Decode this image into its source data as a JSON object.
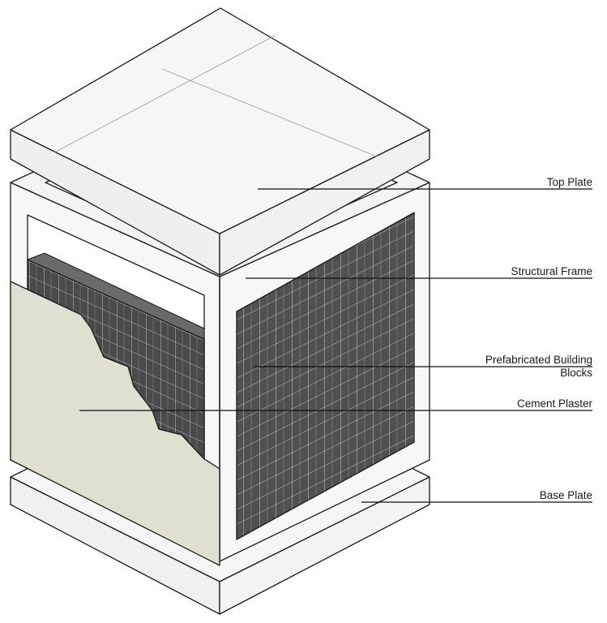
{
  "labels": {
    "top_plate": "Top Plate",
    "structural_frame": "Structural Frame",
    "prefab_blocks_line1": "Prefabricated Building",
    "prefab_blocks_line2": "Blocks",
    "cement_plaster": "Cement Plaster",
    "base_plate": "Base Plate"
  },
  "colors": {
    "line": "#1a1a1a",
    "plate_fill": "#f4f4f4",
    "frame_fill": "#f7f7f7",
    "block_fill": "#545454",
    "block_dark": "#2f2f2f",
    "plaster_fill": "#dfe0d0"
  }
}
